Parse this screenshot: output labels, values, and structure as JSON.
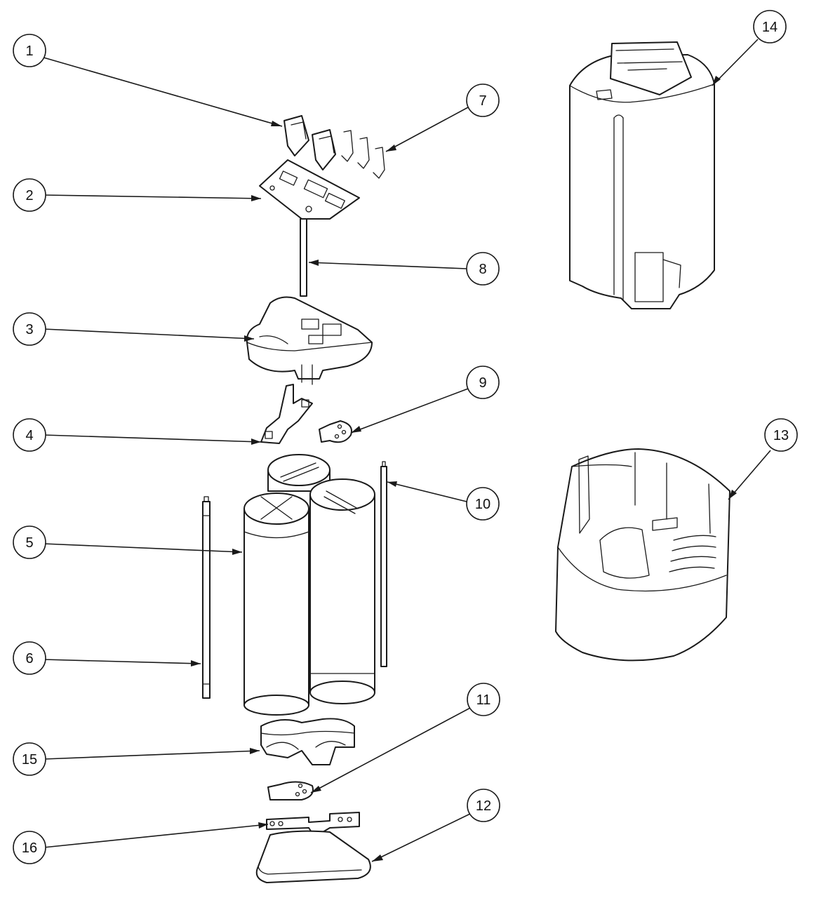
{
  "diagram": {
    "callouts": [
      {
        "id": "1",
        "label": "1"
      },
      {
        "id": "2",
        "label": "2"
      },
      {
        "id": "3",
        "label": "3"
      },
      {
        "id": "4",
        "label": "4"
      },
      {
        "id": "5",
        "label": "5"
      },
      {
        "id": "6",
        "label": "6"
      },
      {
        "id": "7",
        "label": "7"
      },
      {
        "id": "8",
        "label": "8"
      },
      {
        "id": "9",
        "label": "9"
      },
      {
        "id": "10",
        "label": "10"
      },
      {
        "id": "11",
        "label": "11"
      },
      {
        "id": "12",
        "label": "12"
      },
      {
        "id": "13",
        "label": "13"
      },
      {
        "id": "14",
        "label": "14"
      },
      {
        "id": "15",
        "label": "15"
      },
      {
        "id": "16",
        "label": "16"
      }
    ],
    "line_color": "#1a1a1a",
    "background": "#ffffff"
  }
}
